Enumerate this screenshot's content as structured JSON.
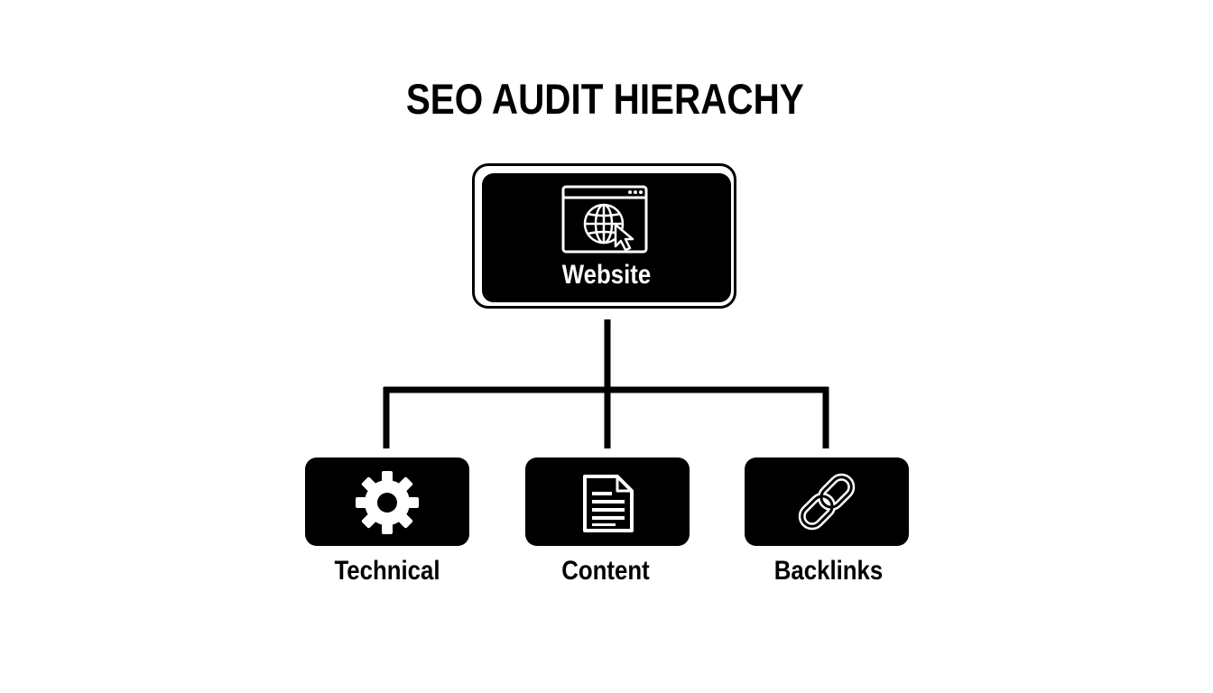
{
  "title": "SEO AUDIT HIERACHY",
  "root": {
    "label": "Website",
    "icon": "browser-globe-cursor-icon"
  },
  "children": [
    {
      "label": "Technical",
      "icon": "gear-icon"
    },
    {
      "label": "Content",
      "icon": "document-icon"
    },
    {
      "label": "Backlinks",
      "icon": "link-icon"
    }
  ],
  "colors": {
    "background": "#ffffff",
    "node": "#000000",
    "node_text": "#ffffff",
    "text": "#000000"
  }
}
